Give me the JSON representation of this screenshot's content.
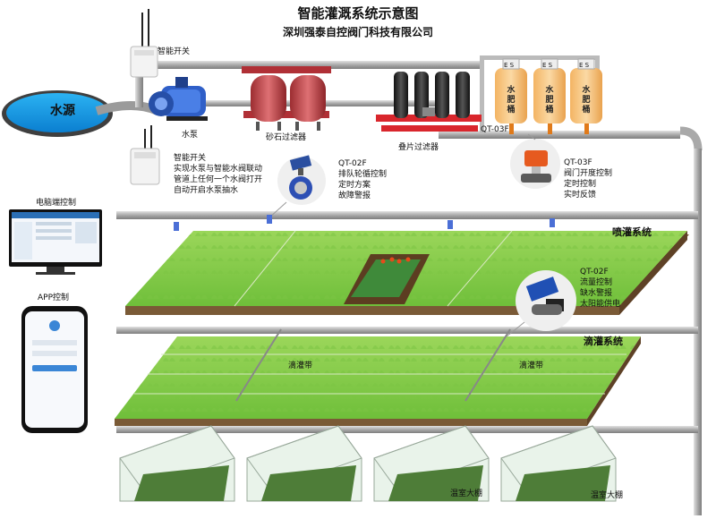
{
  "title": "智能灌溉系统示意图",
  "company": "深圳强泰自控阀门科技有限公司",
  "labels": {
    "water_source": "水源",
    "pump": "水泵",
    "smart_switch_top": "智能开关",
    "sand_filter": "砂石过滤器",
    "disc_filter": "叠片过滤器",
    "qt03f_top": "QT-03F",
    "sprinkler_system": "喷灌系统",
    "drip_system": "滴灌系统",
    "drip_tape_1": "滴灌带",
    "drip_tape_2": "滴灌带",
    "greenhouse_1": "温室大棚",
    "greenhouse_2": "温室大棚",
    "pc_control": "电脑端控制",
    "app_control": "APP控制"
  },
  "tanks": [
    "水肥桶",
    "水肥桶",
    "水肥桶"
  ],
  "tank_tags": [
    "E S",
    "E S",
    "E S"
  ],
  "smart_switch_block": {
    "title": "智能开关",
    "lines": [
      "实现水泵与智能水阀联动",
      "管道上任何一个水阀打开",
      "自动开启水泵抽水"
    ]
  },
  "qt02f_top": {
    "title": "QT-02F",
    "lines": [
      "排队轮循控制",
      "定时方案",
      "故障警报"
    ]
  },
  "qt03f_right": {
    "title": "QT-03F",
    "lines": [
      "阀门开度控制",
      "定时控制",
      "实时反馈"
    ]
  },
  "qt02f_solar": {
    "title": "QT-02F",
    "lines": [
      "流量控制",
      "缺水警报",
      "太阳能供电"
    ]
  },
  "colors": {
    "pipe": "#a6a6a6",
    "pipe_highlight": "#d4d4d4",
    "field_top": "#8fd14f",
    "field_side": "#7a5a36",
    "water": "#1aa0e8",
    "tank": "#f6c27a",
    "sand_filter": "#c4464a",
    "disc_filter": "#2b2b2b",
    "manifold": "#d9262c",
    "pump": "#2f5fc8"
  }
}
